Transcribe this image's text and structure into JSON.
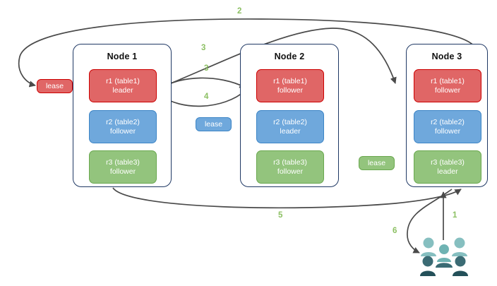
{
  "diagram": {
    "title": "Multi-node replica lease / leader routing diagram",
    "palette": {
      "replica_red_fill": "#e06666",
      "replica_red_border": "#cc0000",
      "replica_blue_fill": "#6fa8dc",
      "replica_blue_border": "#3d85c6",
      "replica_green_fill": "#93c47d",
      "replica_green_border": "#6aa84f",
      "node_border": "#1f3864",
      "edge_stroke": "#4a4a4a",
      "edge_label": "#8cc063",
      "users_light": "#80bdbd",
      "users_dark": "#2f5862",
      "background": "#ffffff"
    }
  },
  "nodes": [
    {
      "id": "node1",
      "title": "Node 1",
      "replicas": [
        {
          "name": "r1 (table1)",
          "role": "leader",
          "color": "red"
        },
        {
          "name": "r2 (table2)",
          "role": "follower",
          "color": "blue"
        },
        {
          "name": "r3 (table3)",
          "role": "follower",
          "color": "green"
        }
      ]
    },
    {
      "id": "node2",
      "title": "Node 2",
      "replicas": [
        {
          "name": "r1 (table1)",
          "role": "follower",
          "color": "red"
        },
        {
          "name": "r2 (table2)",
          "role": "leader",
          "color": "blue"
        },
        {
          "name": "r3 (table3)",
          "role": "follower",
          "color": "green"
        }
      ]
    },
    {
      "id": "node3",
      "title": "Node 3",
      "replicas": [
        {
          "name": "r1 (table1)",
          "role": "follower",
          "color": "red"
        },
        {
          "name": "r2 (table2)",
          "role": "follower",
          "color": "blue"
        },
        {
          "name": "r3 (table3)",
          "role": "leader",
          "color": "green"
        }
      ]
    }
  ],
  "leases": [
    {
      "id": "lease-r1",
      "label": "lease",
      "color": "red"
    },
    {
      "id": "lease-r2",
      "label": "lease",
      "color": "blue"
    },
    {
      "id": "lease-r3",
      "label": "lease",
      "color": "green"
    }
  ],
  "edge_labels": [
    {
      "id": "step-2",
      "text": "2"
    },
    {
      "id": "step-3-a",
      "text": "3"
    },
    {
      "id": "step-3-b",
      "text": "3"
    },
    {
      "id": "step-4",
      "text": "4"
    },
    {
      "id": "step-5",
      "text": "5"
    },
    {
      "id": "step-1",
      "text": "1"
    },
    {
      "id": "step-6",
      "text": "6"
    }
  ],
  "actor": {
    "id": "users",
    "icon": "users-icon",
    "label": ""
  }
}
